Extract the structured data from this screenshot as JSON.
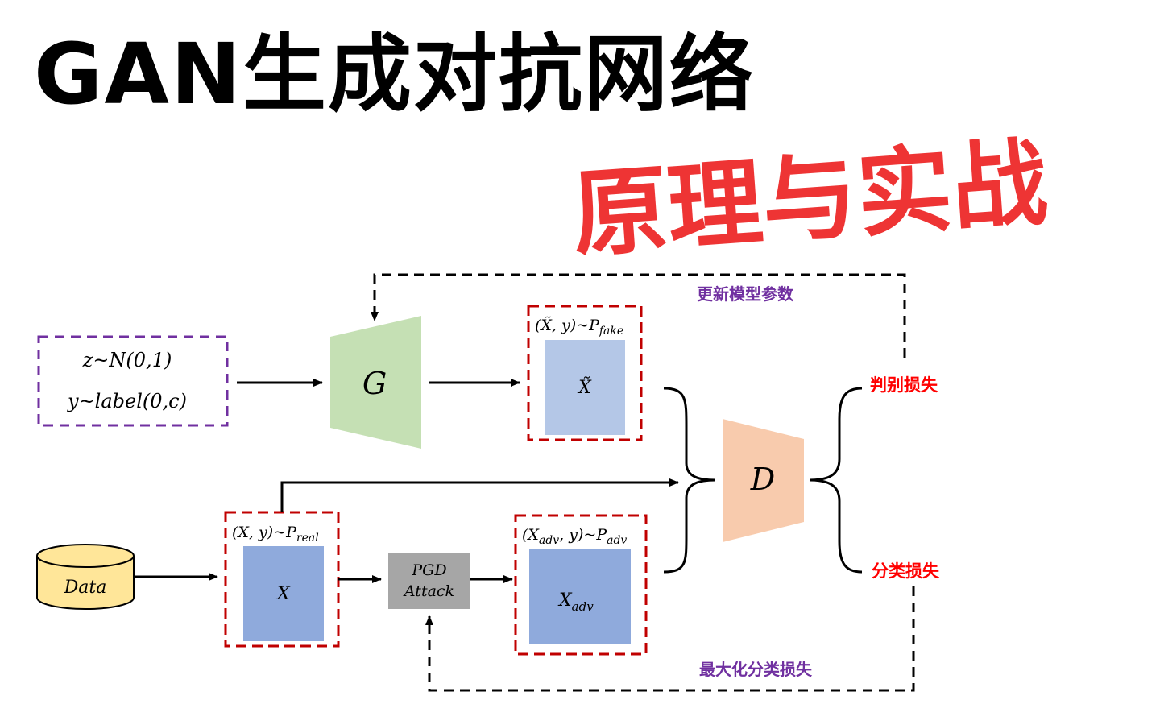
{
  "title": "GAN生成对抗网络",
  "subtitle": "原理与实战",
  "diagram": {
    "noise_line1": "z~N(0,1)",
    "noise_line2": "y~label(0,c)",
    "generator": "G",
    "discriminator": "D",
    "fake_dist": "(X̃, y)~P",
    "fake_dist_sub": "fake",
    "fake_sample": "X̃",
    "data": "Data",
    "real_dist": "(X, y)~P",
    "real_dist_sub": "real",
    "real_sample": "X",
    "attack_line1": "PGD",
    "attack_line2": "Attack",
    "adv_dist": "(X",
    "adv_dist_sub1": "adv",
    "adv_dist_mid": ", y)~P",
    "adv_dist_sub2": "adv",
    "adv_sample": "X",
    "adv_sample_sub": "adv",
    "update_params": "更新模型参数",
    "disc_loss": "判别损失",
    "cls_loss": "分类损失",
    "max_cls_loss": "最大化分类损失"
  },
  "colors": {
    "generator": "#c5e0b4",
    "discriminator": "#f8cbad",
    "fake_sample": "#b4c7e7",
    "real_sample": "#8faadc",
    "adv_sample": "#8faadc",
    "attack": "#a6a6a6",
    "data": "#ffe699",
    "dash_purple": "#7030a0",
    "dash_red": "#c00000",
    "label_red": "#ff0000",
    "label_purple": "#7030a0",
    "title_red": "#ee3434"
  }
}
